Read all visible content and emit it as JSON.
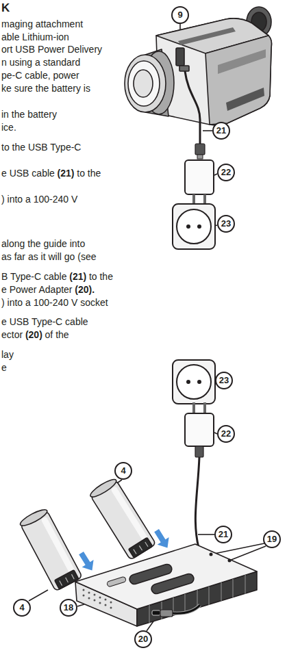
{
  "diagram": {
    "labels": [
      "K",
      "maging attachment",
      "able Lithium-ion",
      "ort USB Power Delivery",
      "n using a standard",
      "pe-C cable, power",
      "ke sure the battery is",
      "in the battery",
      "ice.",
      "to the USB Type-C",
      "e USB cable",
      "(21)",
      "to the",
      ") into a 100-240 V",
      "along the guide into",
      "as far as it will go (see",
      "B Type-C cable",
      "(21)",
      "to the",
      "e Power Adapter",
      "(20).",
      ") into a 100-240 V socket",
      "e USB Type-C cable",
      "ector",
      "(20)",
      "of the",
      "lay",
      "e",
      "9",
      "21",
      "22",
      "23",
      "23",
      "22",
      "21",
      "4",
      "4",
      "18",
      "19",
      "20"
    ]
  }
}
